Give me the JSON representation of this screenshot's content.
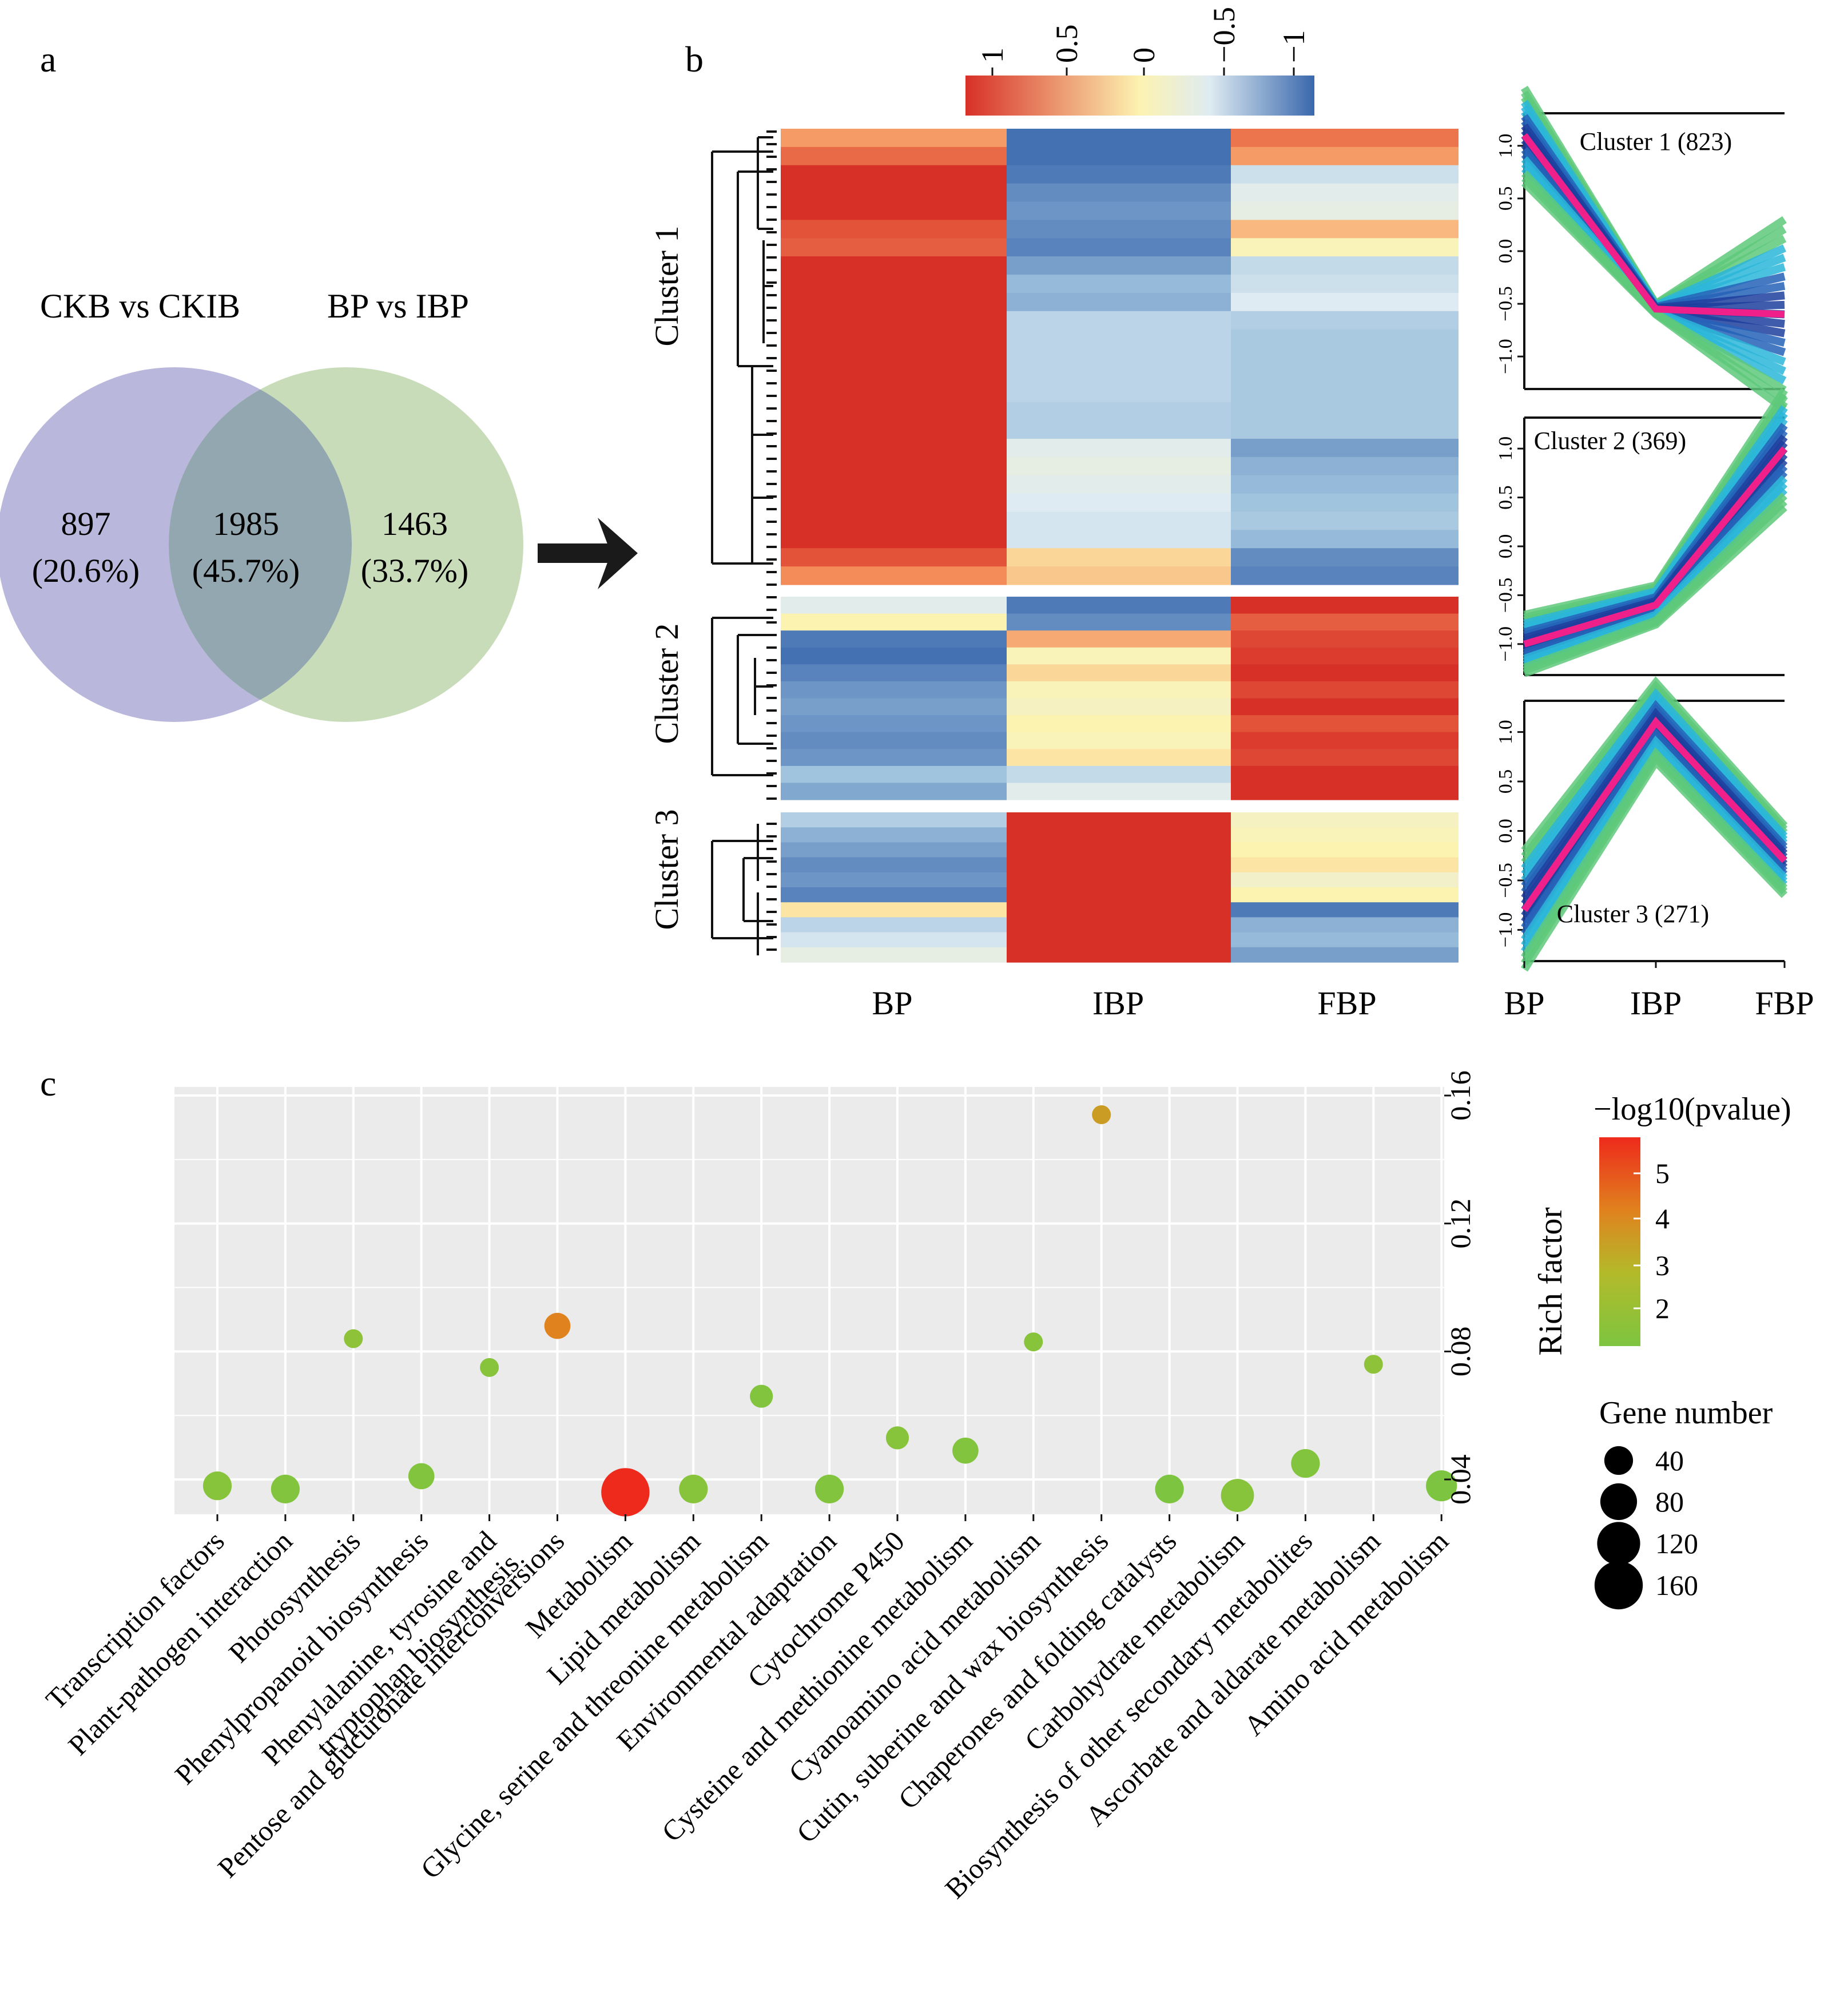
{
  "panel_labels": {
    "a": "a",
    "b": "b",
    "c": "c"
  },
  "venn": {
    "set_left_label": "CKB vs CKIB",
    "set_right_label": "BP vs IBP",
    "left_only": {
      "count": "897",
      "pct": "(20.6%)"
    },
    "overlap": {
      "count": "1985",
      "pct": "(45.7%)"
    },
    "right_only": {
      "count": "1463",
      "pct": "(33.7%)"
    },
    "colors": {
      "left": "#b9b8dc",
      "right": "#c9dcb9",
      "overlap": "#93a7b0"
    }
  },
  "heatmap": {
    "colorbar_ticks": [
      "1",
      "0.5",
      "0",
      "−0.5",
      "−1"
    ],
    "colorbar_colors": [
      "#d73027",
      "#fdf3b1",
      "#deebf2",
      "#3a68ad"
    ],
    "cluster_labels": [
      "Cluster 1",
      "Cluster 2",
      "Cluster 3"
    ],
    "columns": [
      "BP",
      "IBP",
      "FBP"
    ]
  },
  "line_panels": {
    "titles": [
      "Cluster 1 (823)",
      "Cluster 2 (369)",
      "Cluster 3 (271)"
    ],
    "yticks": [
      "1.0",
      "0.5",
      "0.0",
      "−0.5",
      "−1.0"
    ],
    "xticks": [
      "BP",
      "IBP",
      "FBP"
    ]
  },
  "chart_data": [
    {
      "type": "heatmap",
      "rows": [
        "Cluster 1",
        "Cluster 2",
        "Cluster 3"
      ],
      "columns": [
        "BP",
        "IBP",
        "FBP"
      ],
      "approx_mean_zscores": [
        [
          1.0,
          -0.55,
          -0.45
        ],
        [
          -0.9,
          0.2,
          1.0
        ],
        [
          -0.6,
          1.0,
          -0.15
        ]
      ],
      "clim": [
        -1,
        1
      ]
    },
    {
      "type": "line",
      "x": [
        "BP",
        "IBP",
        "FBP"
      ],
      "series": [
        {
          "name": "Cluster 1 (823)",
          "values": [
            1.1,
            -0.55,
            -0.6
          ]
        },
        {
          "name": "Cluster 2 (369)",
          "values": [
            -1.0,
            -0.6,
            1.0
          ]
        },
        {
          "name": "Cluster 3 (271)",
          "values": [
            -0.8,
            1.1,
            -0.3
          ]
        }
      ],
      "ylim": [
        -1.2,
        1.2
      ]
    },
    {
      "type": "scatter",
      "categories": [
        "Transcription factors",
        "Plant-pathogen interaction",
        "Photosynthesis",
        "Phenylpropanoid biosynthesis",
        "Phenylalanine, tyrosine and tryptophan biosynthesis",
        "Pentose and glucuronate interconversions",
        "Metabolism",
        "Lipid metabolism",
        "Glycine, serine and threonine metabolism",
        "Environmental adaptation",
        "Cytochrome P450",
        "Cysteine and methionine metabolism",
        "Cyanoamino acid metabolism",
        "Cutin, suberine and wax biosynthesis",
        "Chaperones and folding catalysts",
        "Carbohydrate metabolism",
        "Biosynthesis of other secondary metabolites",
        "Ascorbate and aldarate metabolism",
        "Amino acid metabolism"
      ],
      "rich_factor": [
        0.038,
        0.037,
        0.084,
        0.041,
        0.075,
        0.088,
        0.036,
        0.037,
        0.066,
        0.037,
        0.053,
        0.049,
        0.083,
        0.154,
        0.037,
        0.035,
        0.045,
        0.076,
        0.038
      ],
      "gene_number": [
        40,
        40,
        10,
        30,
        10,
        30,
        160,
        40,
        20,
        40,
        20,
        30,
        10,
        10,
        40,
        60,
        40,
        10,
        50
      ],
      "neg_log10_pvalue": [
        2.2,
        2.1,
        2.3,
        2.1,
        2.2,
        4.5,
        5.8,
        2.2,
        2.1,
        2.1,
        2.2,
        2.1,
        2.2,
        3.8,
        2.0,
        2.2,
        2.1,
        2.3,
        2.0
      ],
      "ylabel": "Rich factor",
      "yticks": [
        "0.04",
        "0.08",
        "0.12",
        "0.16"
      ],
      "ylim": [
        0.03,
        0.16
      ],
      "color_legend": {
        "title": "−log10(pvalue)",
        "ticks": [
          "5",
          "4",
          "3",
          "2"
        ],
        "colors": [
          "#ee2a1c",
          "#e0821e",
          "#b3ba2a",
          "#7dc540"
        ]
      },
      "size_legend": {
        "title": "Gene number",
        "ticks": [
          "40",
          "80",
          "120",
          "160"
        ]
      }
    }
  ]
}
